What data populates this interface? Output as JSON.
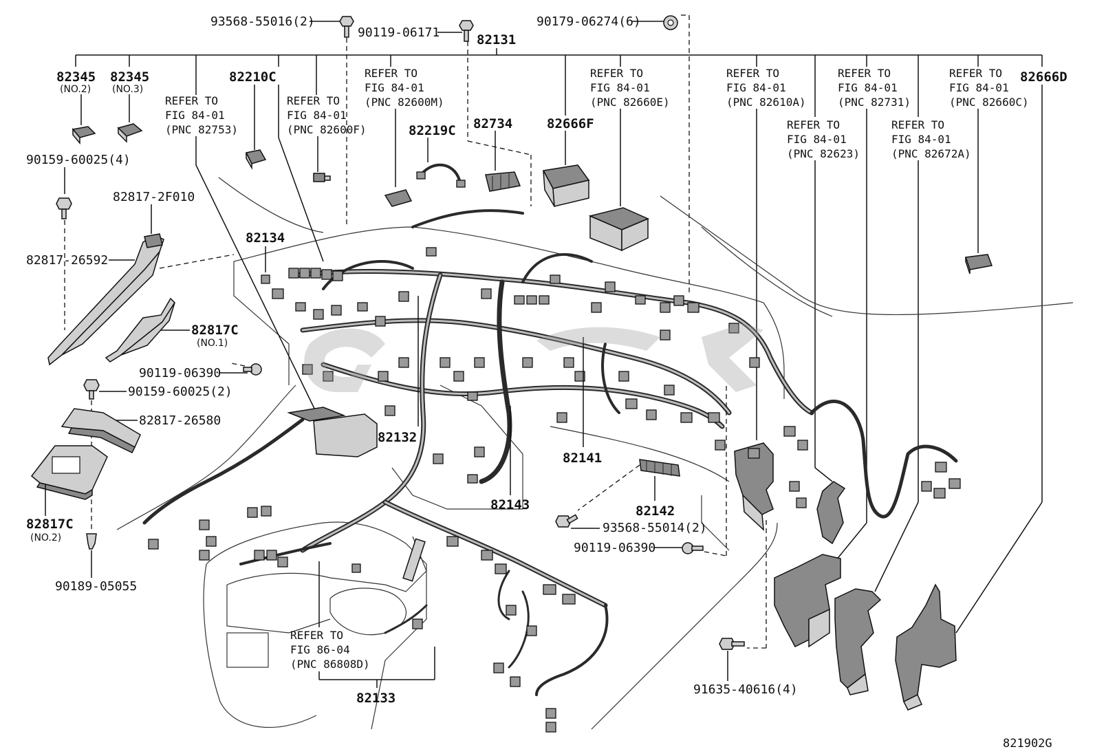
{
  "diagram": {
    "part_numbers": {
      "p82345_no2": "82345",
      "p82345_no2_sub": "(NO.2)",
      "p82345_no3": "82345",
      "p82345_no3_sub": "(NO.3)",
      "p82210c": "82210C",
      "p82131": "82131",
      "p82219c": "82219C",
      "p82734": "82734",
      "p82666f": "82666F",
      "p82666d": "82666D",
      "p82134": "82134",
      "p82817c_no1": "82817C",
      "p82817c_no1_sub": "(NO.1)",
      "p82817c_no2": "82817C",
      "p82817c_no2_sub": "(NO.2)",
      "p82132": "82132",
      "p82141": "82141",
      "p82143": "82143",
      "p82142": "82142",
      "p82133": "82133"
    },
    "fasteners": {
      "f93568_55016": "93568-55016(2)",
      "f90119_06171": "90119-06171",
      "f90179_06274": "90179-06274(6)",
      "f90159_60025_4": "90159-60025(4)",
      "f82817_2f010": "82817-2F010",
      "f82817_26592": "82817-26592",
      "f90119_06390_a": "90119-06390",
      "f90159_60025_2": "90159-60025(2)",
      "f82817_26580": "82817-26580",
      "f90189_05055": "90189-05055",
      "f93568_55014": "93568-55014(2)",
      "f90119_06390_b": "90119-06390",
      "f91635_40616": "91635-40616(4)"
    },
    "refers": {
      "r1": {
        "l1": "REFER TO",
        "l2": "FIG 84-01",
        "l3": "(PNC 82753)"
      },
      "r2": {
        "l1": "REFER TO",
        "l2": "FIG 84-01",
        "l3": "(PNC 82600F)"
      },
      "r3": {
        "l1": "REFER TO",
        "l2": "FIG 84-01",
        "l3": "(PNC 82600M)"
      },
      "r4": {
        "l1": "REFER TO",
        "l2": "FIG 84-01",
        "l3": "(PNC 82660E)"
      },
      "r5": {
        "l1": "REFER TO",
        "l2": "FIG 84-01",
        "l3": "(PNC 82610A)"
      },
      "r6": {
        "l1": "REFER TO",
        "l2": "FIG 84-01",
        "l3": "(PNC 82731)"
      },
      "r7": {
        "l1": "REFER TO",
        "l2": "FIG 84-01",
        "l3": "(PNC 82660C)"
      },
      "r8": {
        "l1": "REFER TO",
        "l2": "FIG 84-01",
        "l3": "(PNC 82623)"
      },
      "r9": {
        "l1": "REFER TO",
        "l2": "FIG 84-01",
        "l3": "(PNC 82672A)"
      },
      "r10": {
        "l1": "REFER TO",
        "l2": "FIG 86-04",
        "l3": "(PNC 86808D)"
      }
    },
    "figure_code": "821902G"
  }
}
